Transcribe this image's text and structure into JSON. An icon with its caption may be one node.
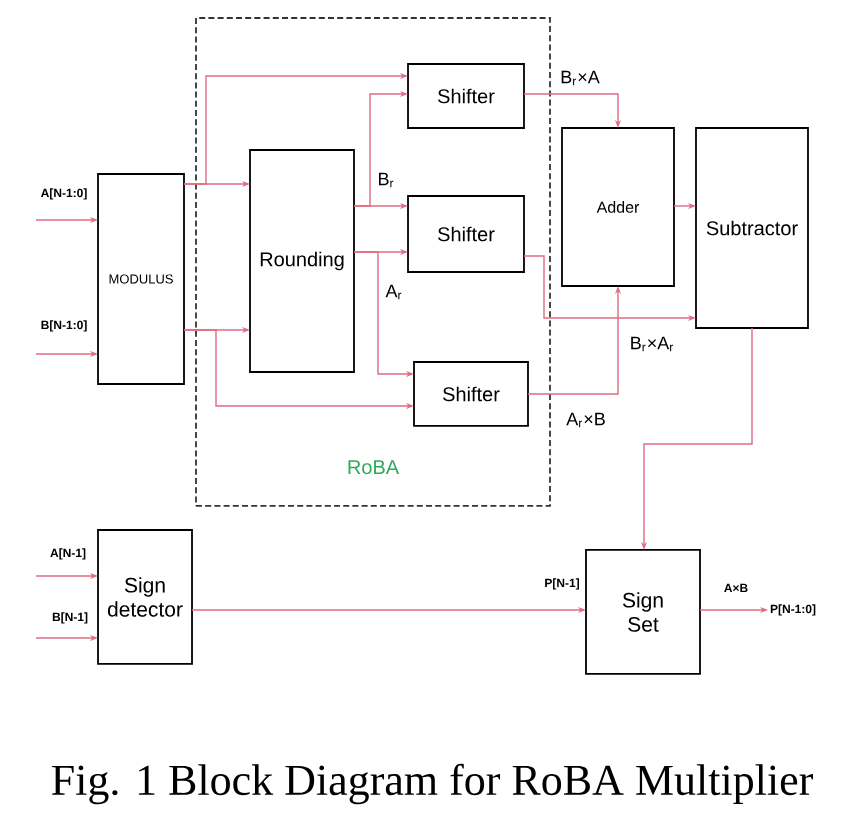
{
  "diagram": {
    "caption": "Fig. 1 Block Diagram for RoBA Multiplier",
    "nodes": [
      {
        "text": [
          "RoBA"
        ]
      },
      {
        "text": [
          "MODULUS"
        ]
      },
      {
        "text": [
          "Rounding"
        ],
        "in": 0
      },
      {
        "text": [
          "Shifter"
        ],
        "in": 0
      },
      {
        "text": [
          "Shifter"
        ],
        "in": 0
      },
      {
        "text": [
          "Shifter"
        ],
        "in": 0
      },
      {
        "text": [
          "Adder"
        ]
      },
      {
        "text": [
          "Subtractor"
        ]
      },
      {
        "text": [
          "Sign detector"
        ]
      },
      {
        "text": [
          "Sign Set"
        ]
      },
      {
        "text": [
          "P[N-1:0]"
        ]
      }
    ],
    "edges": [
      {
        "from": null,
        "to": 1,
        "arrow": "to",
        "label": "A[N-1:0]"
      },
      {
        "from": null,
        "to": 1,
        "arrow": "to",
        "label": "B[N-1:0]"
      },
      {
        "from": 1,
        "to": 2,
        "arrow": "to"
      },
      {
        "from": 1,
        "to": 3,
        "arrow": "to"
      },
      {
        "from": 1,
        "to": 2,
        "arrow": "to"
      },
      {
        "from": 1,
        "to": 5,
        "arrow": "to"
      },
      {
        "from": 2,
        "to": 3,
        "arrow": "to"
      },
      {
        "from": 2,
        "to": 4,
        "arrow": "to",
        "label": "B$_{r}$"
      },
      {
        "from": 2,
        "to": 4,
        "arrow": "to"
      },
      {
        "from": 2,
        "to": 5,
        "arrow": "to",
        "label": "A$_{r}$"
      },
      {
        "from": 3,
        "to": 6,
        "arrow": "to",
        "label": "B$_{r}$×A"
      },
      {
        "from": 4,
        "to": 7,
        "arrow": "to",
        "label": "B$_{r}$×A$_{r}$"
      },
      {
        "from": 5,
        "to": 6,
        "arrow": "to",
        "label": "A$_{r}$×B"
      },
      {
        "from": 6,
        "to": 7,
        "arrow": "to"
      },
      {
        "from": 7,
        "to": 9,
        "arrow": "to"
      },
      {
        "from": null,
        "to": 8,
        "arrow": "to",
        "label": "A[N-1]"
      },
      {
        "from": null,
        "to": 8,
        "arrow": "to",
        "label": "B[N-1]"
      },
      {
        "from": 8,
        "to": 9,
        "arrow": "to",
        "label": "P[N-1]"
      },
      {
        "from": 9,
        "to": 10,
        "arrow": "to",
        "label": "A×B"
      }
    ]
  }
}
